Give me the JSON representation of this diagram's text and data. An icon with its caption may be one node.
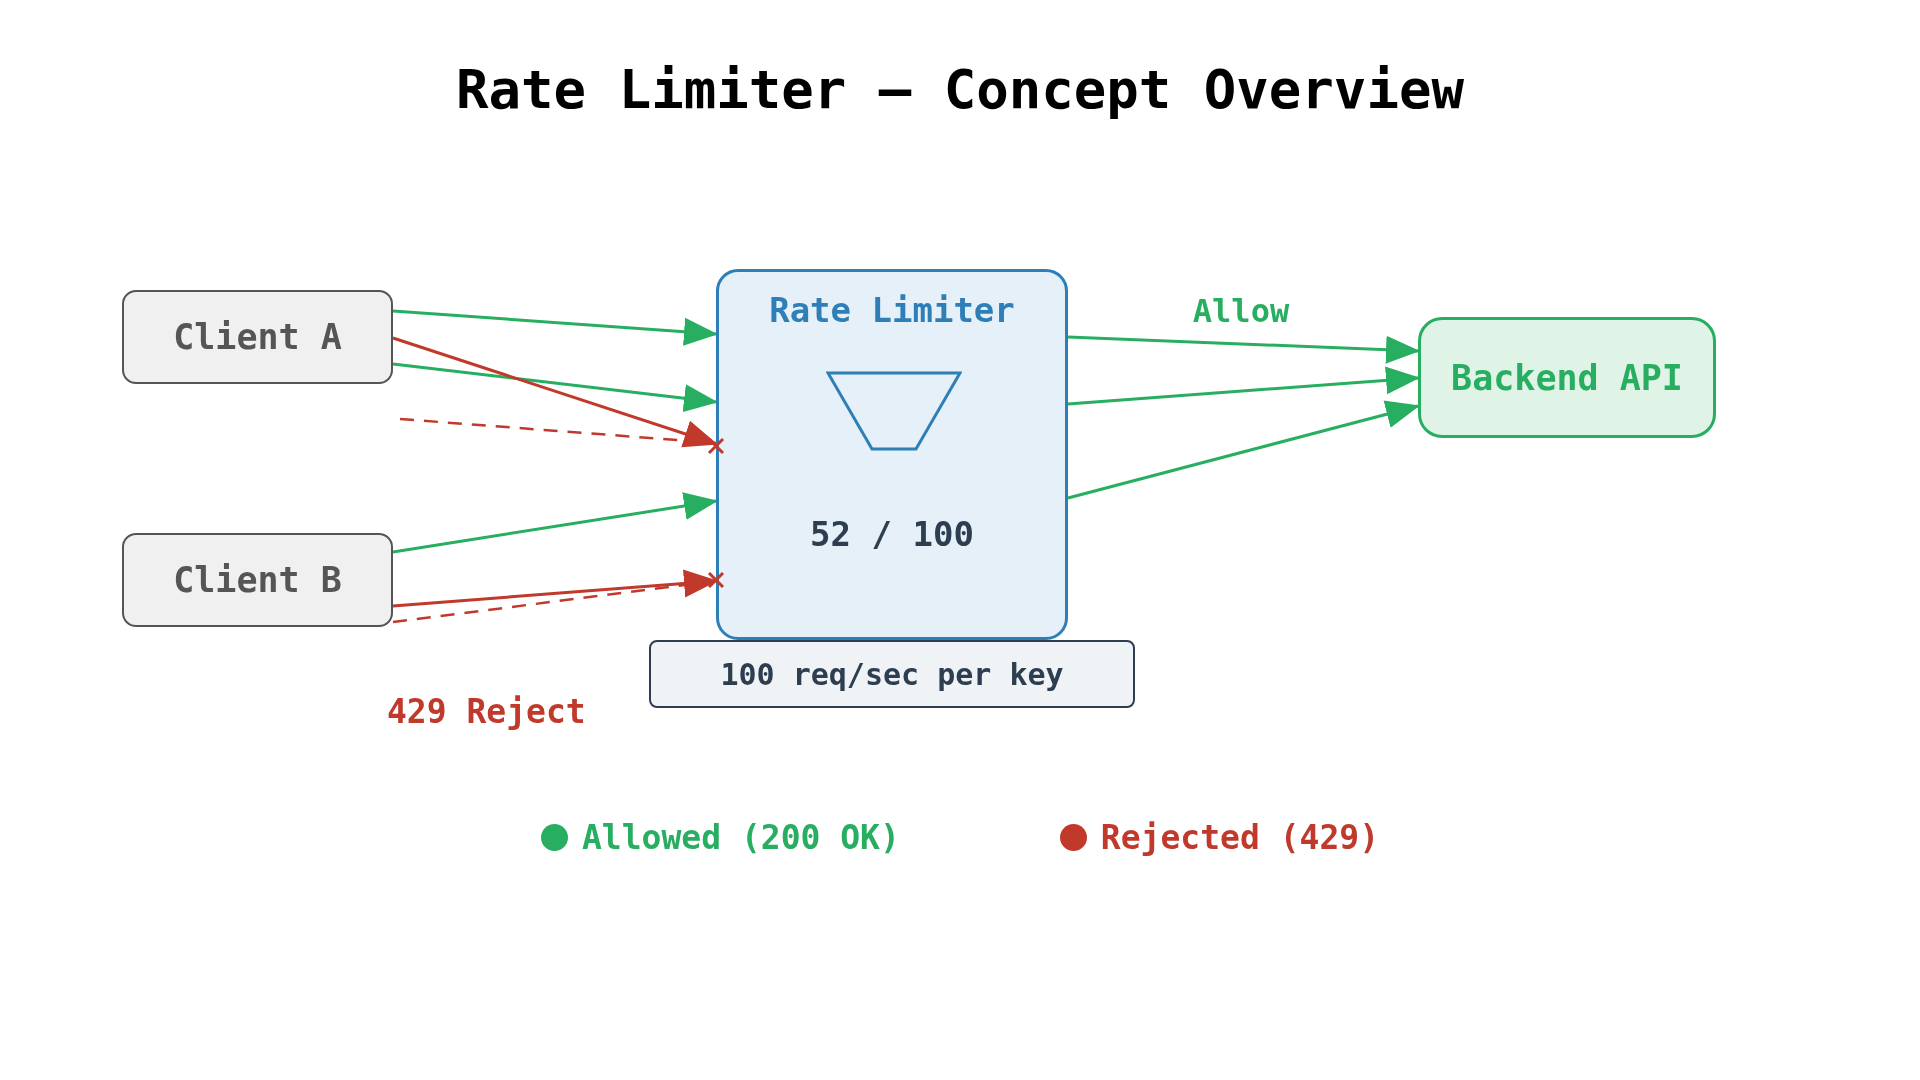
{
  "diagram": {
    "title": "Rate Limiter — Concept Overview",
    "nodes": [
      {
        "text": [
          "Client A"
        ]
      },
      {
        "text": [
          "Client B"
        ]
      },
      {
        "text": [
          "Rate Limiter",
          "52 / 100"
        ]
      },
      {
        "text": [
          "100 req/sec per key"
        ]
      },
      {
        "text": [
          "Backend API"
        ]
      }
    ],
    "edges": [
      {
        "from": 0,
        "to": 2,
        "arrow": "to"
      },
      {
        "from": 0,
        "to": 2,
        "arrow": "to"
      },
      {
        "from": 0,
        "to": 2,
        "arrow": "to",
        "color": "#c0392b"
      },
      {
        "from": null,
        "to": 2,
        "arrow": "none",
        "style": "dashed",
        "color": "#c0392b"
      },
      {
        "from": 1,
        "to": 2,
        "arrow": "to"
      },
      {
        "from": 1,
        "to": 2,
        "arrow": "to",
        "color": "#c0392b"
      },
      {
        "from": 1,
        "to": 2,
        "arrow": "none",
        "style": "dashed",
        "color": "#c0392b"
      },
      {
        "from": 2,
        "to": 4,
        "arrow": "to",
        "label": "Allow"
      },
      {
        "from": 2,
        "to": 4,
        "arrow": "to"
      },
      {
        "from": 2,
        "to": 4,
        "arrow": "to"
      }
    ],
    "labels": [
      "429 Reject"
    ],
    "legend": [
      {
        "text": "Allowed (200 OK)",
        "color": "#27ae60"
      },
      {
        "text": "Rejected (429)",
        "color": "#c0392b"
      }
    ]
  }
}
